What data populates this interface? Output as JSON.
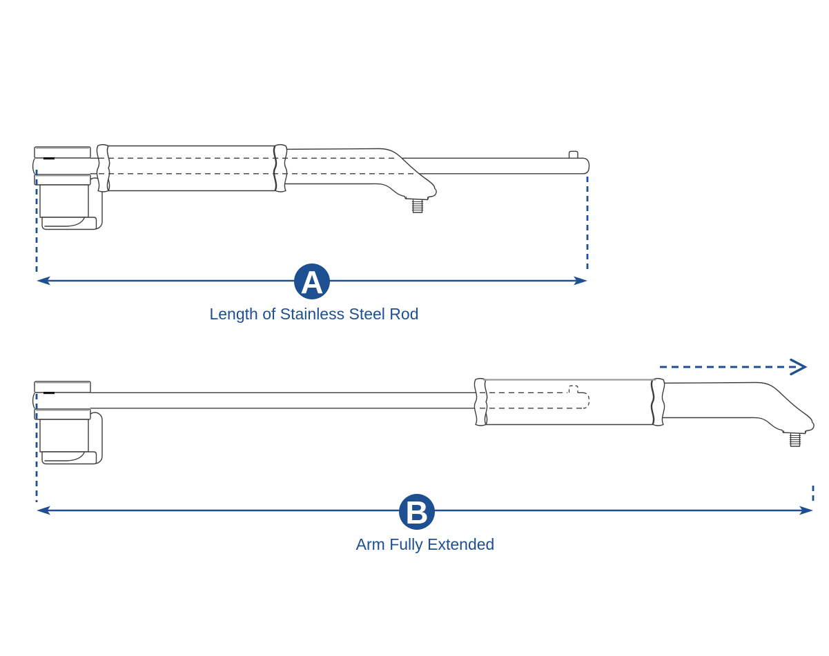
{
  "colors": {
    "accent": "#1d4f91",
    "drawing_line": "#3d3d3d",
    "soft_edge": "#9a9a9a",
    "background": "#ffffff"
  },
  "dimensions": {
    "a": {
      "badge": "A",
      "caption": "Length of Stainless Steel Rod"
    },
    "b": {
      "badge": "B",
      "caption": "Arm Fully Extended"
    }
  }
}
